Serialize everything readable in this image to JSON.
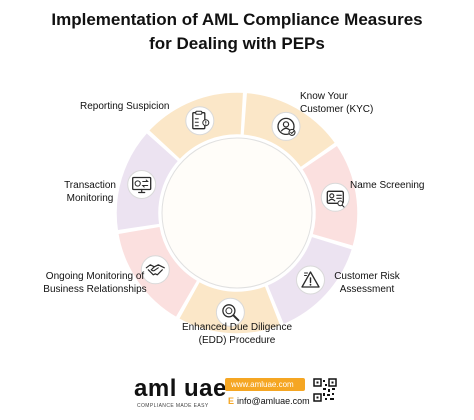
{
  "title": {
    "line1": "Implementation of AML Compliance Measures",
    "line2": "for Dealing with PEPs"
  },
  "steps": [
    {
      "label_lines": [
        "Know Your",
        "Customer (KYC)"
      ],
      "icon": "kyc-user-icon",
      "color": "#fbe7c8"
    },
    {
      "label_lines": [
        "Name Screening"
      ],
      "icon": "id-card-icon",
      "color": "#fbe0df"
    },
    {
      "label_lines": [
        "Customer Risk",
        "Assessment"
      ],
      "icon": "warning-triangle-icon",
      "color": "#ece3f1"
    },
    {
      "label_lines": [
        "Enhanced Due Diligence",
        "(EDD) Procedure"
      ],
      "icon": "magnifier-icon",
      "color": "#fbe7c8"
    },
    {
      "label_lines": [
        "Ongoing Monitoring of",
        "Business Relationships"
      ],
      "icon": "handshake-icon",
      "color": "#fbe0df"
    },
    {
      "label_lines": [
        "Transaction",
        "Monitoring"
      ],
      "icon": "monitor-exchange-icon",
      "color": "#ece3f1"
    },
    {
      "label_lines": [
        "Reporting Suspicion"
      ],
      "icon": "report-clipboard-icon",
      "color": "#fbe7c8"
    }
  ],
  "footer": {
    "logo_text": "aml uae",
    "tagline": "COMPLIANCE MADE EASY",
    "website": "www.amluae.com",
    "email_prefix": "E",
    "email": "info@amluae.com"
  },
  "colors": {
    "ring_line": "#e0e0e0",
    "icon_stroke": "#2b2b2b",
    "accent": "#f5a623"
  }
}
